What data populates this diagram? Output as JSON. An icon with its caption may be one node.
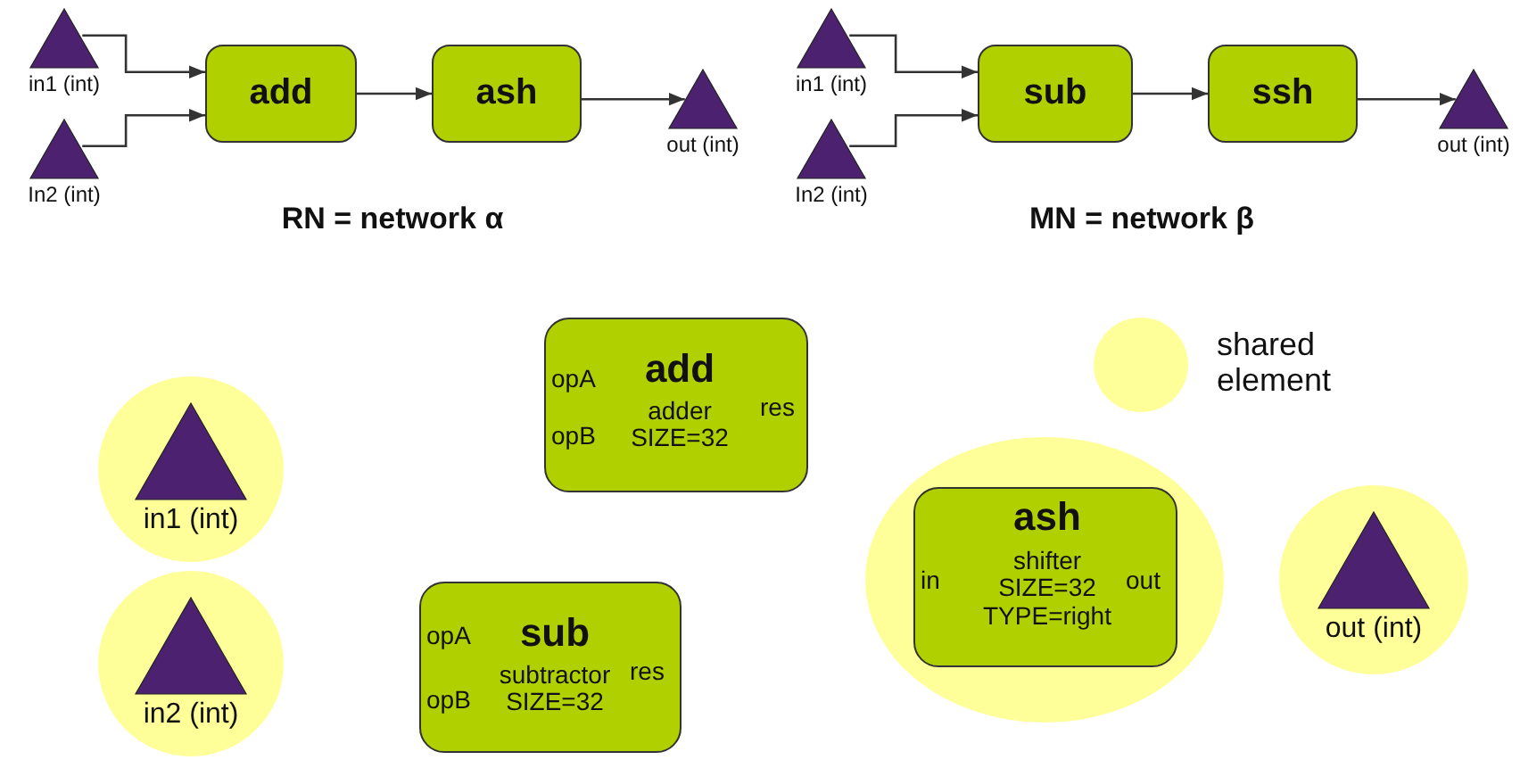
{
  "diagram": {
    "nodes": [
      {
        "text": [
          "in1 (int)"
        ]
      },
      {
        "text": [
          "In2 (int)"
        ]
      },
      {
        "text": [
          "add"
        ]
      },
      {
        "text": [
          "ash"
        ]
      },
      {
        "text": [
          "out (int)"
        ]
      },
      {
        "text": [
          "in1 (int)"
        ]
      },
      {
        "text": [
          "In2 (int)"
        ]
      },
      {
        "text": [
          "sub"
        ]
      },
      {
        "text": [
          "ssh"
        ]
      },
      {
        "text": [
          "out (int)"
        ]
      },
      {
        "text": [],
        "shape": "circle"
      },
      {
        "text": [
          "in1 (int)"
        ],
        "in": 10
      },
      {
        "text": [],
        "shape": "circle"
      },
      {
        "text": [
          "in2 (int)"
        ],
        "in": 12
      },
      {
        "text": [
          "add",
          "opA",
          "opB",
          "adder SIZE=32",
          "res"
        ]
      },
      {
        "text": [
          "sub",
          "opA",
          "opB",
          "subtractor SIZE=32",
          "res"
        ]
      },
      {
        "text": [],
        "shape": "ellipse"
      },
      {
        "text": [
          "ash",
          "in",
          "shifter SIZE=32 TYPE=right",
          "out"
        ],
        "in": 16
      },
      {
        "text": [],
        "shape": "circle"
      },
      {
        "text": [
          "out (int)"
        ],
        "in": 18
      }
    ],
    "edges": [
      {
        "from": 0,
        "to": 2,
        "arrow": "to"
      },
      {
        "from": 1,
        "to": 2,
        "arrow": "to"
      },
      {
        "from": 2,
        "to": 3,
        "arrow": "to"
      },
      {
        "from": 3,
        "to": 4,
        "arrow": "to"
      },
      {
        "from": 5,
        "to": 7,
        "arrow": "to"
      },
      {
        "from": 6,
        "to": 7,
        "arrow": "to"
      },
      {
        "from": 7,
        "to": 8,
        "arrow": "to"
      },
      {
        "from": 8,
        "to": 9,
        "arrow": "to"
      }
    ],
    "labels": [
      "RN = network α",
      "MN = network β"
    ],
    "legend": [
      {
        "text": "shared element",
        "color": "#ffff99"
      }
    ]
  }
}
